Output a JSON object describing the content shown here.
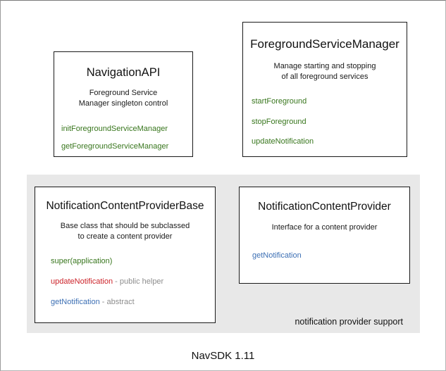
{
  "diagram": {
    "footer_caption": "NavSDK 1.11",
    "group_panel": {
      "label": "notification provider support",
      "background_color": "#e8e8e8"
    },
    "colors": {
      "green": "#38761d",
      "red": "#cc2229",
      "blue": "#3c6fb4",
      "note_gray": "#8d8d8d",
      "box_border": "#1a1a1a",
      "panel": "#e8e8e8",
      "canvas": "#ffffff"
    },
    "boxes": [
      {
        "id": "navigation-api",
        "title": "NavigationAPI",
        "description_lines": [
          "Foreground Service",
          "Manager singleton control"
        ],
        "members": [
          {
            "name": "initForegroundServiceManager",
            "color": "green",
            "note": ""
          },
          {
            "name": "getForegroundServiceManager",
            "color": "green",
            "note": ""
          }
        ]
      },
      {
        "id": "foreground-service-manager",
        "title": "ForegroundServiceManager",
        "description_lines": [
          "Manage starting and stopping",
          "of all foreground services"
        ],
        "members": [
          {
            "name": "startForeground",
            "color": "green",
            "note": ""
          },
          {
            "name": "stopForeground",
            "color": "green",
            "note": ""
          },
          {
            "name": "updateNotification",
            "color": "green",
            "note": ""
          }
        ]
      },
      {
        "id": "notification-content-provider-base",
        "title": "NotificationContentProviderBase",
        "description_lines": [
          "Base class that should be subclassed",
          "to create a content provider"
        ],
        "members": [
          {
            "name": "super(application)",
            "color": "green",
            "note": ""
          },
          {
            "name": "updateNotification",
            "color": "red",
            "note": " - public helper"
          },
          {
            "name": "getNotification",
            "color": "blue",
            "note": " - abstract"
          }
        ]
      },
      {
        "id": "notification-content-provider",
        "title": "NotificationContentProvider",
        "description_lines": [
          "Interface for a content provider"
        ],
        "members": [
          {
            "name": "getNotification",
            "color": "blue",
            "note": ""
          }
        ]
      }
    ]
  }
}
